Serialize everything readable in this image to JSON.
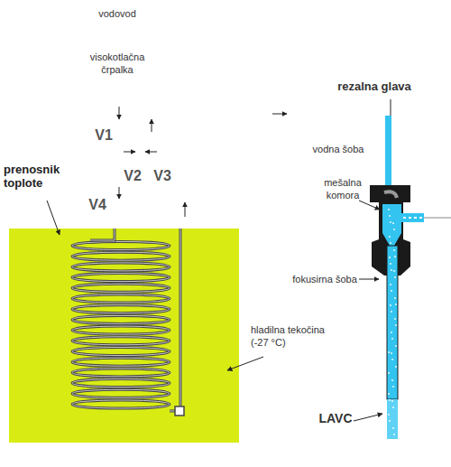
{
  "diagram": {
    "nodes": [
      {
        "text": [
          "prenosnik toplote"
        ]
      }
    ],
    "labels": [
      "vodovod",
      "visokotlačna črpalka",
      "V1",
      "V2",
      "V3",
      "V4",
      "rezalna glava",
      "vodna šoba",
      "mešalna komora",
      "fokusirna šoba",
      "hladilna tekočina (-27 °C)",
      "LAVC"
    ]
  }
}
